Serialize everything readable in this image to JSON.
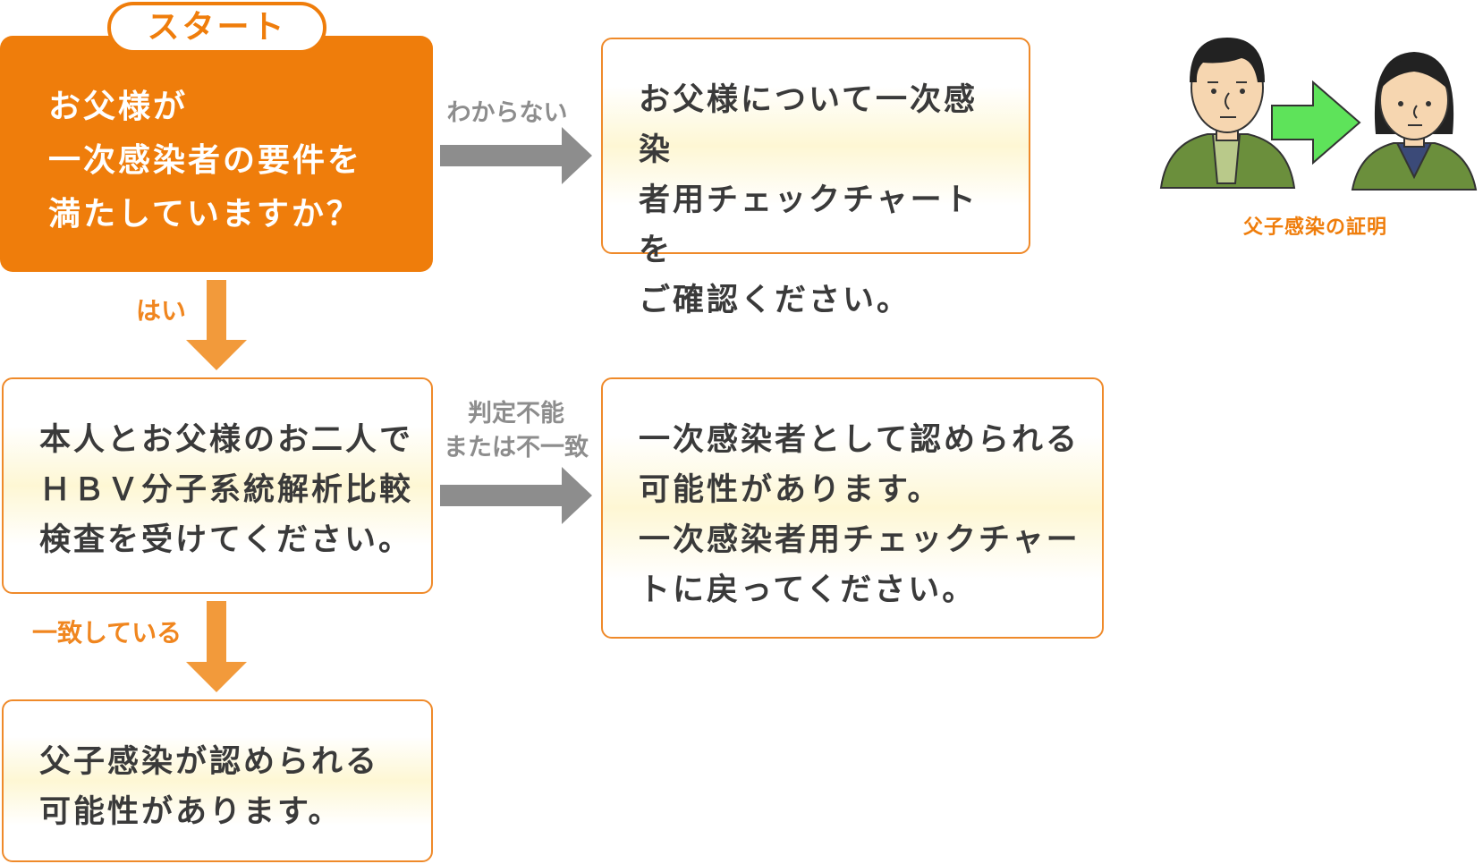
{
  "start": {
    "tab": "スタート",
    "question": "お父様が\n一次感染者の要件を\n満たしていますか？"
  },
  "boxes": {
    "check_chart": "お父様について一次感染\n者用チェックチャートを\nご確認ください。",
    "hbv_test": "本人とお父様のお二人で\nＨＢＶ分子系統解析比較\n検査を受けてください。",
    "primary_possible": "一次感染者として認められる\n可能性があります。\n一次感染者用チェックチャー\nトに戻ってください。",
    "father_child_possible": "父子感染が認められる\n可能性があります。"
  },
  "arrows": {
    "unknown": "わからない",
    "yes": "はい",
    "mismatch": "判定不能\nまたは不一致",
    "match": "一致している"
  },
  "illustration": {
    "caption": "父子感染の証明",
    "arrow_color": "#5ee35a",
    "jacket_color": "#6b8f3c"
  },
  "colors": {
    "accent_orange": "#ef7d0b",
    "arrow_orange": "#f29a3b",
    "arrow_gray": "#8d8d8d",
    "box_border": "#ef8a2a"
  }
}
